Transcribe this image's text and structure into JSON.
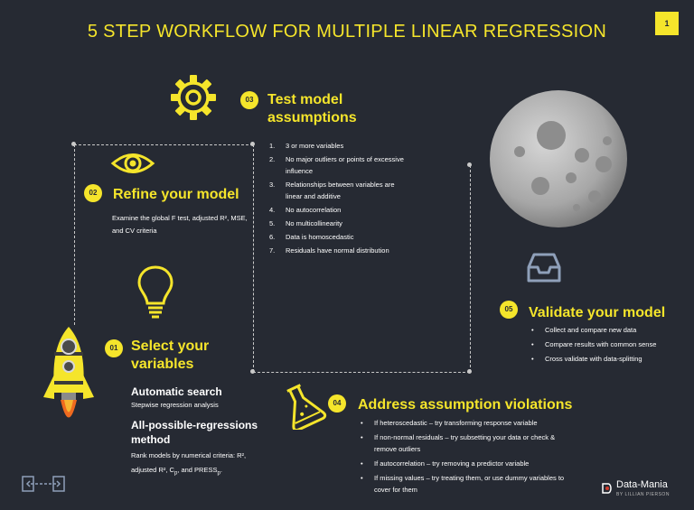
{
  "title": "5 STEP WORKFLOW FOR MULTIPLE LINEAR REGRESSION",
  "page_number": "1",
  "steps": {
    "s1": {
      "num": "01",
      "heading": "Select your variables",
      "auto_title": "Automatic search",
      "auto_text": "Stepwise regression analysis",
      "apr_title": "All-possible-regressions method",
      "apr_text_1": "Rank models by numerical criteria: R², ",
      "apr_text_2": "adjusted R², C",
      "apr_sub": "p",
      "apr_text_3": ", and PRESS",
      "apr_sub2": "p",
      "apr_text_4": "."
    },
    "s2": {
      "num": "02",
      "heading": "Refine your model",
      "text": "Examine the global F test, adjusted R², MSE, and CV criteria"
    },
    "s3": {
      "num": "03",
      "heading": "Test model assumptions",
      "items": [
        "3 or more variables",
        "No major outliers or points of excessive influence",
        "Relationships between variables are linear and additive",
        "No autocorrelation",
        "No multicollinearity",
        "Data is homoscedastic",
        "Residuals have normal distribution"
      ]
    },
    "s4": {
      "num": "04",
      "heading": "Address assumption violations",
      "items": [
        "If heteroscedastic – try transforming response variable",
        "If non-normal residuals – try subsetting your data or check & remove outliers",
        "If autocorrelation – try removing a predictor variable",
        "If missing values – try treating them, or use dummy variables to cover for them"
      ]
    },
    "s5": {
      "num": "05",
      "heading": "Validate your model",
      "items": [
        "Collect and compare new data",
        "Compare results with common sense",
        "Cross validate with data-splitting"
      ]
    }
  },
  "brand": {
    "name": "Data-Mania",
    "tagline": "BY LILLIAN PIERSON"
  },
  "colors": {
    "background": "#262a33",
    "accent": "#f5e52b",
    "text": "#ffffff",
    "dashed": "#c9c9c9"
  },
  "icons": [
    "gear-icon",
    "eye-icon",
    "lightbulb-icon",
    "rocket-icon",
    "moon-icon",
    "inbox-icon",
    "flask-icon",
    "expand-icon"
  ]
}
